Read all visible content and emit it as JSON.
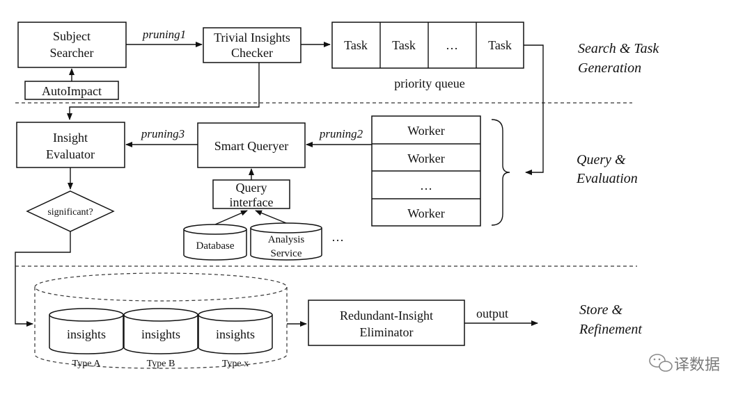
{
  "stages": {
    "search": [
      "Search & Task",
      "Generation"
    ],
    "query": [
      "Query &",
      "Evaluation"
    ],
    "store": [
      "Store &",
      "Refinement"
    ]
  },
  "nodes": {
    "subject_searcher": [
      "Subject",
      "Searcher"
    ],
    "autoimpact": "AutoImpact",
    "trivial_checker": [
      "Trivial Insights",
      "Checker"
    ],
    "task": "Task",
    "ellipsis": "…",
    "priority_queue": "priority queue",
    "insight_evaluator": [
      "Insight",
      "Evaluator"
    ],
    "smart_queryer": "Smart Queryer",
    "query_interface": [
      "Query",
      "interface"
    ],
    "database": "Database",
    "analysis_service": [
      "Analysis",
      "Service"
    ],
    "more_sources": "…",
    "worker": "Worker",
    "worker_ellipsis": "…",
    "significant": "significant?",
    "insights": "insights",
    "type_a": "Type A",
    "type_b": "Type B",
    "type_x": "Type x",
    "eliminator": [
      "Redundant-Insight",
      "Eliminator"
    ]
  },
  "edges": {
    "pruning1": "pruning1",
    "pruning2": "pruning2",
    "pruning3": "pruning3",
    "output": "output"
  },
  "watermark": "译数据"
}
